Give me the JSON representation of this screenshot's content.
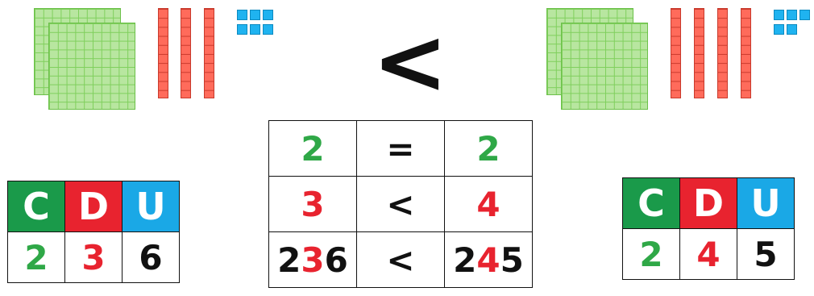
{
  "comparison_sign": "<",
  "left_number": {
    "headers": [
      "C",
      "D",
      "U"
    ],
    "digits": [
      "2",
      "3",
      "6"
    ],
    "blocks": {
      "hundreds": 2,
      "tens": 3,
      "units": 6
    }
  },
  "right_number": {
    "headers": [
      "C",
      "D",
      "U"
    ],
    "digits": [
      "2",
      "4",
      "5"
    ],
    "blocks": {
      "hundreds": 2,
      "tens": 4,
      "units": 5
    }
  },
  "comparison_table": {
    "rows": [
      {
        "left": "2",
        "sign": "=",
        "right": "2"
      },
      {
        "left": "3",
        "sign": "<",
        "right": "4"
      },
      {
        "left_parts": [
          "2",
          "3",
          "6"
        ],
        "sign": "<",
        "right_parts": [
          "2",
          "4",
          "5"
        ]
      }
    ]
  },
  "colors": {
    "hundreds": "#1a9a4a",
    "tens": "#e8232f",
    "units": "#1aa8e6",
    "flat_fill": "#b8e6a0",
    "rod_fill": "#ff6b5b",
    "unit_fill": "#1fb3f0"
  }
}
